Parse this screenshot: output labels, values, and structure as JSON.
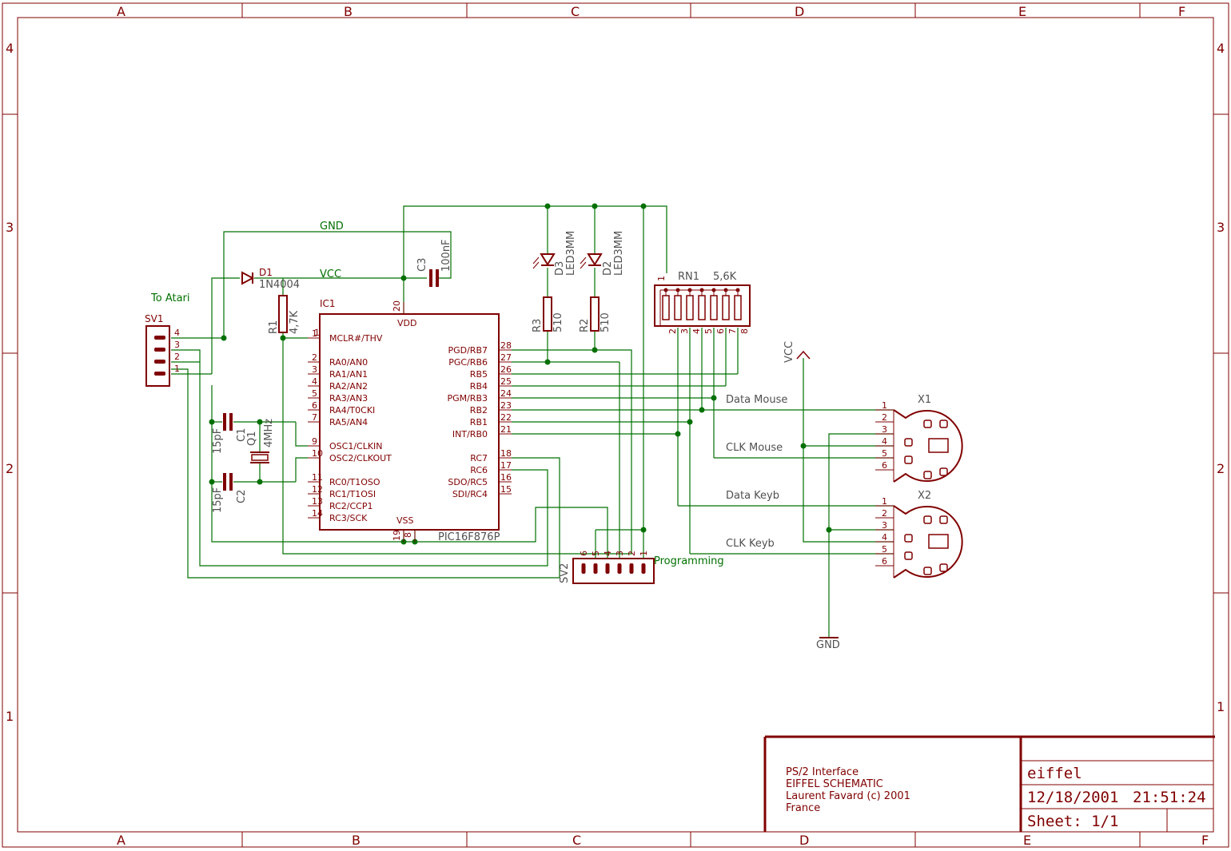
{
  "frame": {
    "columns": [
      "A",
      "B",
      "C",
      "D",
      "E",
      "F"
    ],
    "rows": [
      "4",
      "3",
      "2",
      "1"
    ]
  },
  "title_block": {
    "line1": "PS/2 Interface",
    "line2": "EIFFEL SCHEMATIC",
    "line3": "Laurent Favard (c) 2001",
    "line4": "France",
    "name": "eiffel",
    "date": "12/18/2001",
    "time": "21:51:24",
    "sheet": "Sheet: 1/1"
  },
  "nets": {
    "gnd": "GND",
    "vcc": "VCC",
    "to_atari": "To Atari",
    "programming": "Programming",
    "data_mouse": "Data Mouse",
    "clk_mouse": "CLK Mouse",
    "data_keyb": "Data Keyb",
    "clk_keyb": "CLK Keyb"
  },
  "components": {
    "d1": {
      "name": "D1",
      "value": "1N4004"
    },
    "r1": {
      "name": "R1",
      "value": "4,7K"
    },
    "c3": {
      "name": "C3",
      "value": "100nF"
    },
    "c1": {
      "name": "C1",
      "value": "15pF"
    },
    "c2": {
      "name": "C2",
      "value": "15pF"
    },
    "q1": {
      "name": "Q1",
      "value": "4MHz"
    },
    "ic1": {
      "name": "IC1",
      "value": "PIC16F876P",
      "vdd": "VDD",
      "vss": "VSS"
    },
    "d3": {
      "name": "D3",
      "value": "LED3MM"
    },
    "d2": {
      "name": "D2",
      "value": "LED3MM"
    },
    "r3": {
      "name": "R3",
      "value": "510"
    },
    "r2": {
      "name": "R2",
      "value": "510"
    },
    "rn1": {
      "name": "RN1",
      "value": "5,6K"
    },
    "sv1": {
      "name": "SV1"
    },
    "sv2": {
      "name": "SV2"
    },
    "x1": {
      "name": "X1"
    },
    "x2": {
      "name": "X2"
    }
  },
  "ic1_left_pins": [
    {
      "num": "1",
      "name": "MCLR#/THV"
    },
    {
      "num": "2",
      "name": "RA0/AN0"
    },
    {
      "num": "3",
      "name": "RA1/AN1"
    },
    {
      "num": "4",
      "name": "RA2/AN2"
    },
    {
      "num": "5",
      "name": "RA3/AN3"
    },
    {
      "num": "6",
      "name": "RA4/T0CKI"
    },
    {
      "num": "7",
      "name": "RA5/AN4"
    },
    {
      "num": "9",
      "name": "OSC1/CLKIN"
    },
    {
      "num": "10",
      "name": "OSC2/CLKOUT"
    },
    {
      "num": "11",
      "name": "RC0/T1OSO"
    },
    {
      "num": "12",
      "name": "RC1/T1OSI"
    },
    {
      "num": "13",
      "name": "RC2/CCP1"
    },
    {
      "num": "14",
      "name": "RC3/SCK"
    }
  ],
  "ic1_right_pins": [
    {
      "num": "28",
      "name": "PGD/RB7"
    },
    {
      "num": "27",
      "name": "PGC/RB6"
    },
    {
      "num": "26",
      "name": "RB5"
    },
    {
      "num": "25",
      "name": "RB4"
    },
    {
      "num": "24",
      "name": "PGM/RB3"
    },
    {
      "num": "23",
      "name": "RB2"
    },
    {
      "num": "22",
      "name": "RB1"
    },
    {
      "num": "21",
      "name": "INT/RB0"
    },
    {
      "num": "18",
      "name": "RC7"
    },
    {
      "num": "17",
      "name": "RC6"
    },
    {
      "num": "16",
      "name": "SDO/RC5"
    },
    {
      "num": "15",
      "name": "SDI/RC4"
    }
  ],
  "ic1_power_pins": {
    "vdd": "20",
    "vss_a": "19",
    "vss_b": "8"
  },
  "sv1_pins": [
    "4",
    "3",
    "2",
    "1"
  ],
  "sv2_pins": [
    "6",
    "5",
    "4",
    "3",
    "2",
    "1"
  ],
  "rn1_pins": [
    "1",
    "2",
    "3",
    "4",
    "5",
    "6",
    "7",
    "8"
  ],
  "x1_pins": [
    "1",
    "2",
    "3",
    "4",
    "5",
    "6"
  ],
  "x2_pins": [
    "1",
    "2",
    "3",
    "4",
    "5",
    "6"
  ],
  "pin_numbers": {
    "r1_pin1": "1"
  }
}
